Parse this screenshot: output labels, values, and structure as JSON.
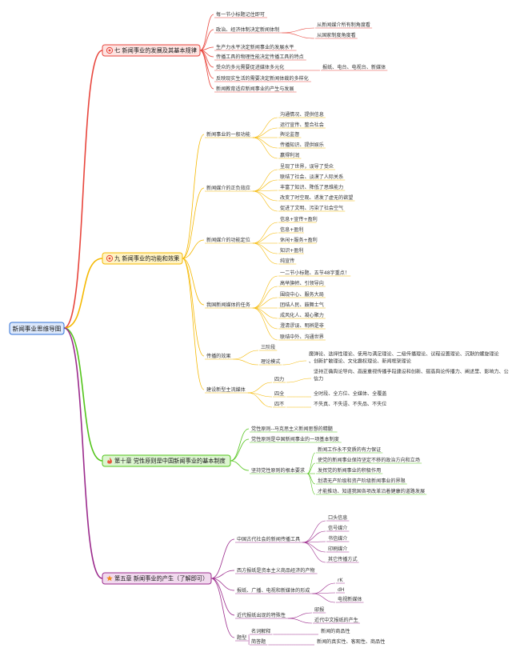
{
  "root": {
    "text": "新闻事业思维导图",
    "color": "#2f6fd6"
  },
  "branches": [
    {
      "id": "ch7",
      "text": "七 新闻事业的发展及其基本规律",
      "color": "#e8453c",
      "icon": "bullseye-icon",
      "children": [
        {
          "text": "每一节小标题记住即可"
        },
        {
          "text": "政治、经济体制决定新闻体制",
          "children": [
            {
              "text": "从新闻媒介所有制角度看"
            },
            {
              "text": "从国家制度角度看"
            }
          ]
        },
        {
          "text": "生产力水平决定新闻事业的发展水平"
        },
        {
          "text": "传播工具的物理性能决定传播工具的特点"
        },
        {
          "text": "受众的多元需要促进媒体多元化",
          "children": [
            {
              "text": "报纸、电台、电视台、新媒体"
            }
          ]
        },
        {
          "text": "反映现实生活的需要决定新闻体裁的多样化"
        },
        {
          "text": "新闻教育适应新闻事业的产生与发展"
        }
      ]
    },
    {
      "id": "ch9",
      "text": "九 新闻事业的功能和效果",
      "color": "#f5b800",
      "icon": "bullseye-icon",
      "children": [
        {
          "text": "新闻事业的一般功能",
          "children": [
            {
              "text": "沟通情况、提供信息"
            },
            {
              "text": "运行宣传、整合社会"
            },
            {
              "text": "舆论监督"
            },
            {
              "text": "传播知识、提供娱乐"
            },
            {
              "text": "赢得利润"
            }
          ]
        },
        {
          "text": "新闻媒介的正负效应",
          "children": [
            {
              "text": "呈现了世界，误导了受众"
            },
            {
              "text": "联结了社会、淡漠了人际关系"
            },
            {
              "text": "丰富了知识、降低了思维能力"
            },
            {
              "text": "改变了时空观、诱发了虚无的欲望"
            },
            {
              "text": "促进了文明、污染了社会空气"
            }
          ]
        },
        {
          "text": "新闻媒介的功能定位",
          "children": [
            {
              "text": "信息+宣传+盈利"
            },
            {
              "text": "信息+盈利"
            },
            {
              "text": "休闲+服务+盈利"
            },
            {
              "text": "知识+盈利"
            },
            {
              "text": "纯宣传"
            }
          ]
        },
        {
          "text": "我国新闻媒体的任务",
          "children": [
            {
              "text": "一二节小标题、五节48字重点！"
            },
            {
              "text": "高举旗帜、引领导向"
            },
            {
              "text": "围绕中心、服务大局"
            },
            {
              "text": "团结人民、鼓舞士气"
            },
            {
              "text": "成风化人、凝心聚力"
            },
            {
              "text": "澄清谬误、明辨是非"
            },
            {
              "text": "联结中外、沟通世界"
            }
          ]
        },
        {
          "text": "传播的效果",
          "children": [
            {
              "text": "三阶段"
            },
            {
              "text": "理论模式",
              "children": [
                {
                  "text": "魔弹论、选择性理论、使用与满足理论、二级传播理论、议程设置理论、沉默的螺旋理论、创新扩散理论、文化霸权理论、新闻框架理论"
                }
              ]
            }
          ]
        },
        {
          "text": "建设新型主流媒体",
          "children": [
            {
              "text": "四力",
              "children": [
                {
                  "text": "坚持正确舆论导向、高度重视传播手段建设和创新、提高舆论传播力、阐述里、影响力、公信力"
                }
              ]
            },
            {
              "text": "四全",
              "children": [
                {
                  "text": "全时段、全方位、全媒体、全覆盖"
                }
              ]
            },
            {
              "text": "四不",
              "children": [
                {
                  "text": "不失真、不失语、不失品、不失位"
                }
              ]
            }
          ]
        }
      ]
    },
    {
      "id": "ch10",
      "text": "第十章 党性原则是中国新闻事业的基本制度",
      "color": "#52c41a",
      "icon": "flame-icon",
      "children": [
        {
          "text": "党性原则--马克思主义新闻思想的精髓"
        },
        {
          "text": "党性原则是中国新闻事业的一项基本制度"
        },
        {
          "text": "坚持党性原则的根本要求",
          "children": [
            {
              "text": "新闻工作永不变质的有力保证"
            },
            {
              "text": "使党的新闻事业保持坚定不移的政治方向和立场"
            },
            {
              "text": "发挥党的新闻事业的积极作用"
            },
            {
              "text": "划清无产阶级和资产阶级新闻事业的界限"
            },
            {
              "text": "才能推动、知道我国各项改革沿着健康的道路发展"
            }
          ]
        }
      ]
    },
    {
      "id": "ch5",
      "text": "第五章 新闻事业的产生（了解即可）",
      "color": "#9b2a8c",
      "icon": "star-icon",
      "children": [
        {
          "text": "中国古代社会的新闻传播工具",
          "children": [
            {
              "text": "口头信息"
            },
            {
              "text": "信号媒介"
            },
            {
              "text": "书信媒介"
            },
            {
              "text": "印刷媒介"
            },
            {
              "text": "其它传播方式"
            }
          ]
        },
        {
          "text": "西方报纸是资本主义商品经济的产物"
        },
        {
          "text": "报纸、广播、电视和新媒体的形成",
          "children": [
            {
              "text": "rK"
            },
            {
              "text": "dH"
            },
            {
              "text": "电视新媒体"
            }
          ]
        },
        {
          "text": "近代报纸出现的特殊性",
          "children": [
            {
              "text": "邸报"
            },
            {
              "text": "近代中文报纸的产生"
            }
          ]
        },
        {
          "text": "题型",
          "children": [
            {
              "text": "名词解释",
              "children": [
                {
                  "text": "新闻的商品性"
                }
              ]
            },
            {
              "text": "简答题",
              "children": [
                {
                  "text": "新闻的真实性、客观性、商品性"
                }
              ]
            }
          ]
        }
      ]
    }
  ]
}
